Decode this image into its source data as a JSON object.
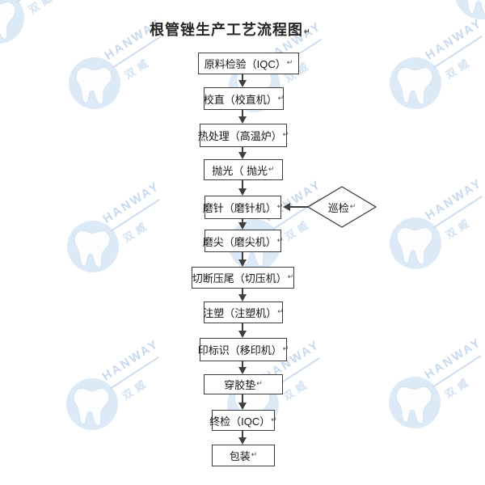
{
  "page": {
    "title": "根管锉生产工艺流程图"
  },
  "formatting": {
    "return_mark": "↵"
  },
  "watermark": {
    "brand": "HANWAY",
    "cn": "双威"
  },
  "flow": {
    "nodes": [
      {
        "id": "raw-material-inspection",
        "label": "原料检验（IQC）"
      },
      {
        "id": "straightening",
        "label": "校直（校直机）"
      },
      {
        "id": "heat-treatment",
        "label": "热处理（高温炉）"
      },
      {
        "id": "polishing",
        "label": "抛光（ 抛光"
      },
      {
        "id": "needle-grinding",
        "label": "磨针（磨针机）"
      },
      {
        "id": "tip-grinding",
        "label": "磨尖（磨尖机）"
      },
      {
        "id": "cut-and-press-tail",
        "label": "切断压尾（切压机）"
      },
      {
        "id": "injection-molding",
        "label": "注塑（注塑机）"
      },
      {
        "id": "pad-printing",
        "label": "印标识（移印机）"
      },
      {
        "id": "rubber-pad-threading",
        "label": "穿胶垫"
      },
      {
        "id": "final-inspection",
        "label": "终检（IQC）"
      },
      {
        "id": "packaging",
        "label": "包装"
      }
    ],
    "decision": {
      "id": "patrol-inspection",
      "label": "巡检"
    }
  },
  "colors": {
    "box_border": "#3c3c3c",
    "connector": "#404040",
    "text": "#141414",
    "watermark_brand_blue": "#c6d9ee",
    "watermark_disc_blue": "#dce9f7"
  }
}
